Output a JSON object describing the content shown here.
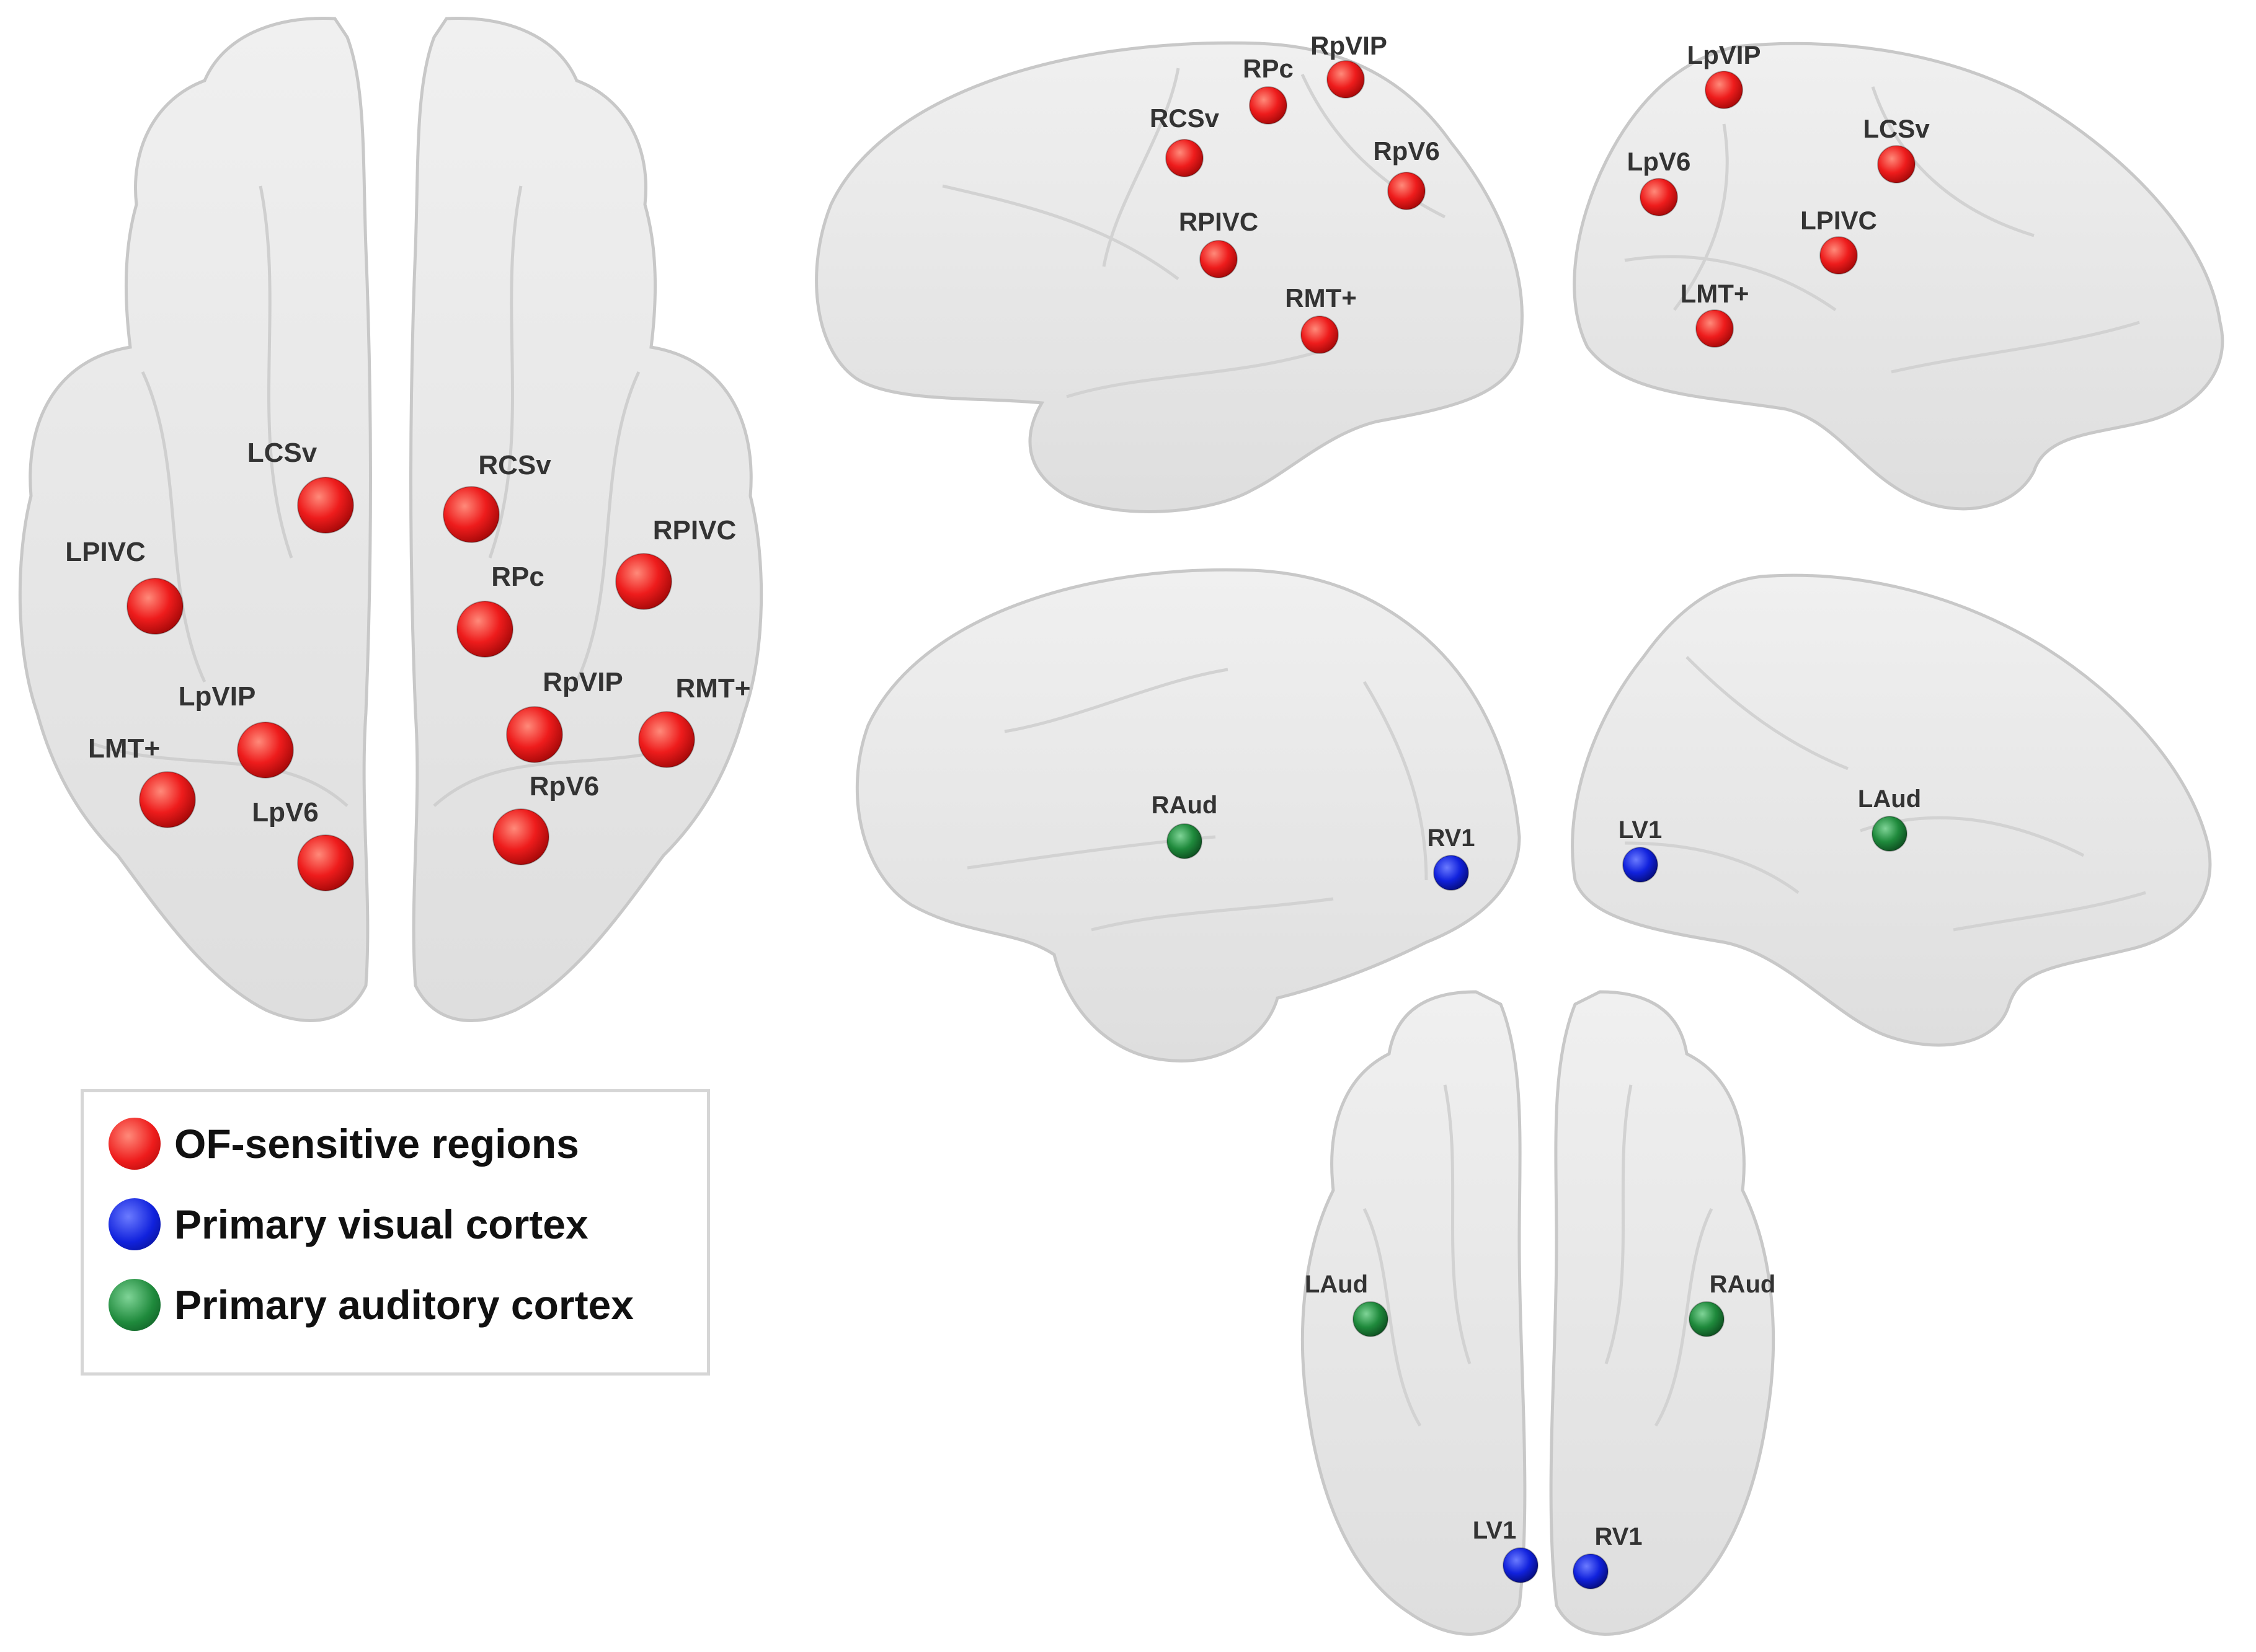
{
  "colors": {
    "of_sensitive": "#ee1c1c",
    "primary_visual": "#1122dd",
    "primary_auditory": "#1f8a3c",
    "brain_fill": "#e6e6e6",
    "brain_stroke": "#c4c4c4"
  },
  "legend": {
    "items": [
      {
        "label": "OF-sensitive regions",
        "color_key": "of_sensitive"
      },
      {
        "label": "Primary visual cortex",
        "color_key": "primary_visual"
      },
      {
        "label": "Primary auditory cortex",
        "color_key": "primary_auditory"
      }
    ]
  },
  "views": {
    "axial_of": {
      "markers": [
        {
          "label": "LCSv",
          "color_key": "of_sensitive"
        },
        {
          "label": "RCSv",
          "color_key": "of_sensitive"
        },
        {
          "label": "LPIVC",
          "color_key": "of_sensitive"
        },
        {
          "label": "RPIVC",
          "color_key": "of_sensitive"
        },
        {
          "label": "RPc",
          "color_key": "of_sensitive"
        },
        {
          "label": "LpVIP",
          "color_key": "of_sensitive"
        },
        {
          "label": "RpVIP",
          "color_key": "of_sensitive"
        },
        {
          "label": "RMT+",
          "color_key": "of_sensitive"
        },
        {
          "label": "LMT+",
          "color_key": "of_sensitive"
        },
        {
          "label": "RpV6",
          "color_key": "of_sensitive"
        },
        {
          "label": "LpV6",
          "color_key": "of_sensitive"
        }
      ]
    },
    "lateral_right_of": {
      "markers": [
        {
          "label": "RpVIP",
          "color_key": "of_sensitive"
        },
        {
          "label": "RPc",
          "color_key": "of_sensitive"
        },
        {
          "label": "RCSv",
          "color_key": "of_sensitive"
        },
        {
          "label": "RpV6",
          "color_key": "of_sensitive"
        },
        {
          "label": "RPIVC",
          "color_key": "of_sensitive"
        },
        {
          "label": "RMT+",
          "color_key": "of_sensitive"
        }
      ]
    },
    "medial_left_of": {
      "markers": [
        {
          "label": "LpVIP",
          "color_key": "of_sensitive"
        },
        {
          "label": "LCSv",
          "color_key": "of_sensitive"
        },
        {
          "label": "LpV6",
          "color_key": "of_sensitive"
        },
        {
          "label": "LPIVC",
          "color_key": "of_sensitive"
        },
        {
          "label": "LMT+",
          "color_key": "of_sensitive"
        }
      ]
    },
    "lateral_right_primary": {
      "markers": [
        {
          "label": "RAud",
          "color_key": "primary_auditory"
        },
        {
          "label": "RV1",
          "color_key": "primary_visual"
        }
      ]
    },
    "medial_left_primary": {
      "markers": [
        {
          "label": "LV1",
          "color_key": "primary_visual"
        },
        {
          "label": "LAud",
          "color_key": "primary_auditory"
        }
      ]
    },
    "axial_primary": {
      "markers": [
        {
          "label": "LAud",
          "color_key": "primary_auditory"
        },
        {
          "label": "RAud",
          "color_key": "primary_auditory"
        },
        {
          "label": "LV1",
          "color_key": "primary_visual"
        },
        {
          "label": "RV1",
          "color_key": "primary_visual"
        }
      ]
    }
  }
}
